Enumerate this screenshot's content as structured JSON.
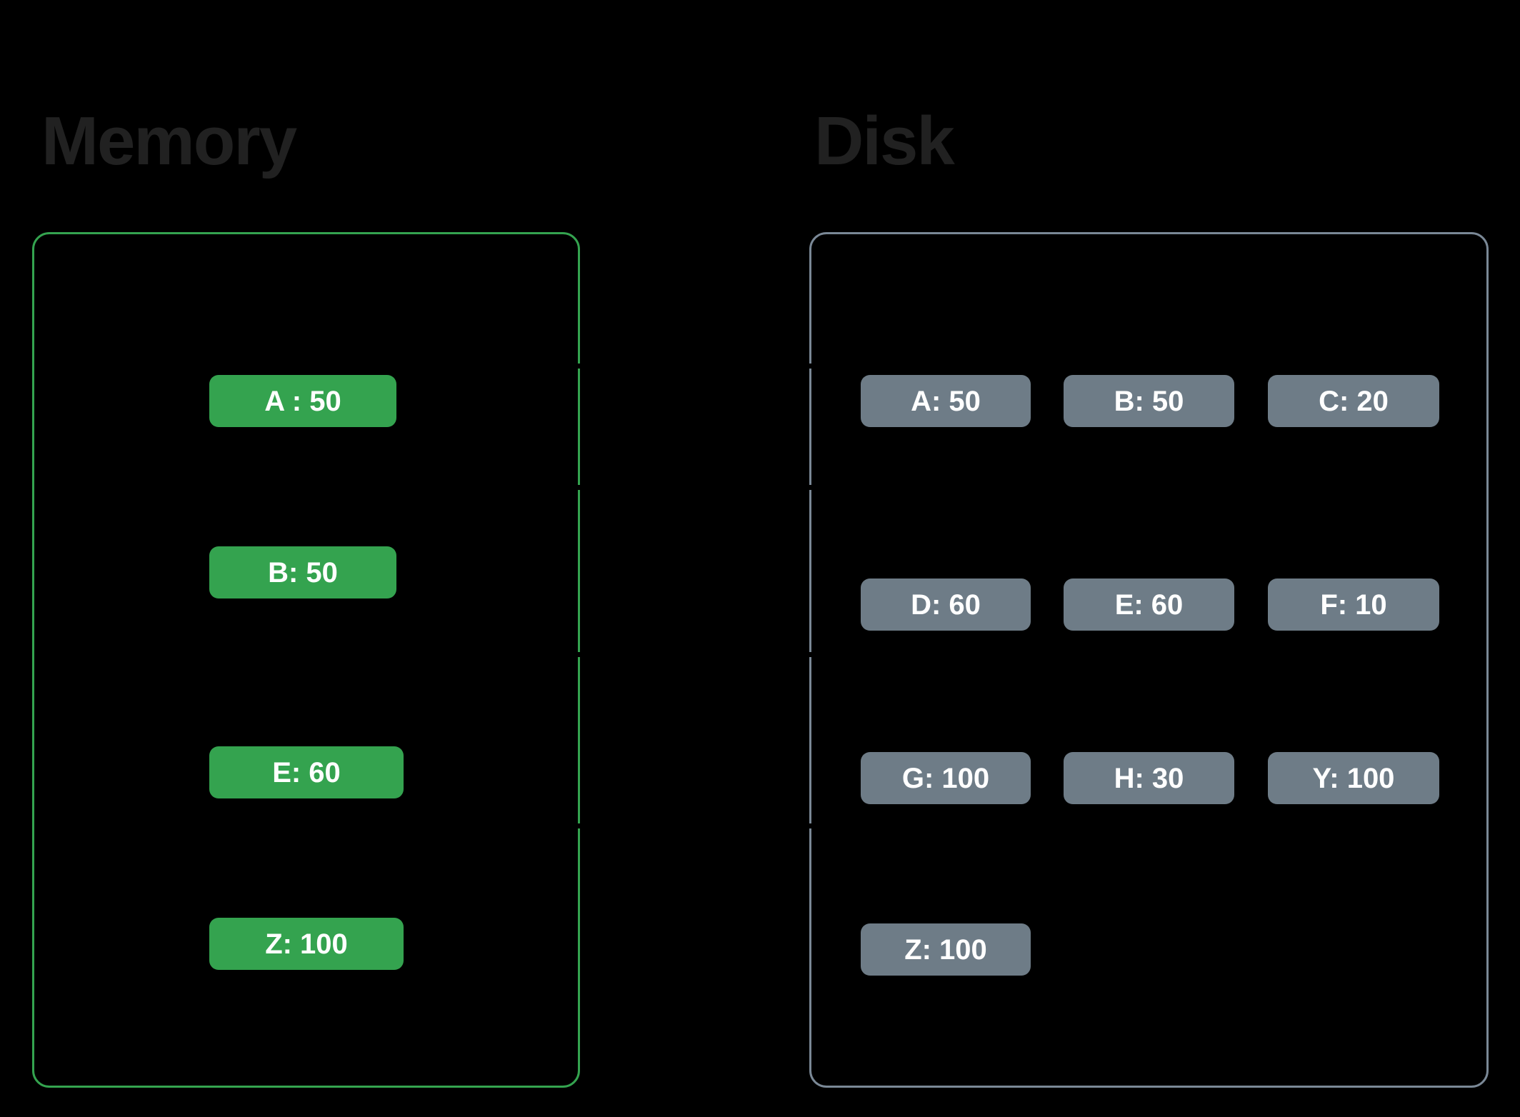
{
  "background_color": "#000000",
  "sections": [
    {
      "id": "memory",
      "title": "Memory",
      "title_color": "#212121",
      "panel_border_color": "#34a34f",
      "badge_color": "#34a34f",
      "badge_text_color": "#ffffff",
      "layout": "single-column",
      "items": [
        {
          "label": "A : 50",
          "key": "A",
          "value": 50
        },
        {
          "label": "B: 50",
          "key": "B",
          "value": 50
        },
        {
          "label": "E: 60",
          "key": "E",
          "value": 60
        },
        {
          "label": "Z: 100",
          "key": "Z",
          "value": 100
        }
      ]
    },
    {
      "id": "disk",
      "title": "Disk",
      "title_color": "#212121",
      "panel_border_color": "#7a8896",
      "badge_color": "#6e7c87",
      "badge_text_color": "#ffffff",
      "layout": "three-column-grid",
      "items": [
        {
          "label": "A: 50",
          "key": "A",
          "value": 50
        },
        {
          "label": "B: 50",
          "key": "B",
          "value": 50
        },
        {
          "label": "C: 20",
          "key": "C",
          "value": 20
        },
        {
          "label": "D: 60",
          "key": "D",
          "value": 60
        },
        {
          "label": "E: 60",
          "key": "E",
          "value": 60
        },
        {
          "label": "F: 10",
          "key": "F",
          "value": 10
        },
        {
          "label": "G: 100",
          "key": "G",
          "value": 100
        },
        {
          "label": "H: 30",
          "key": "H",
          "value": 30
        },
        {
          "label": "Y: 100",
          "key": "Y",
          "value": 100
        },
        {
          "label": "Z: 100",
          "key": "Z",
          "value": 100
        }
      ]
    }
  ]
}
